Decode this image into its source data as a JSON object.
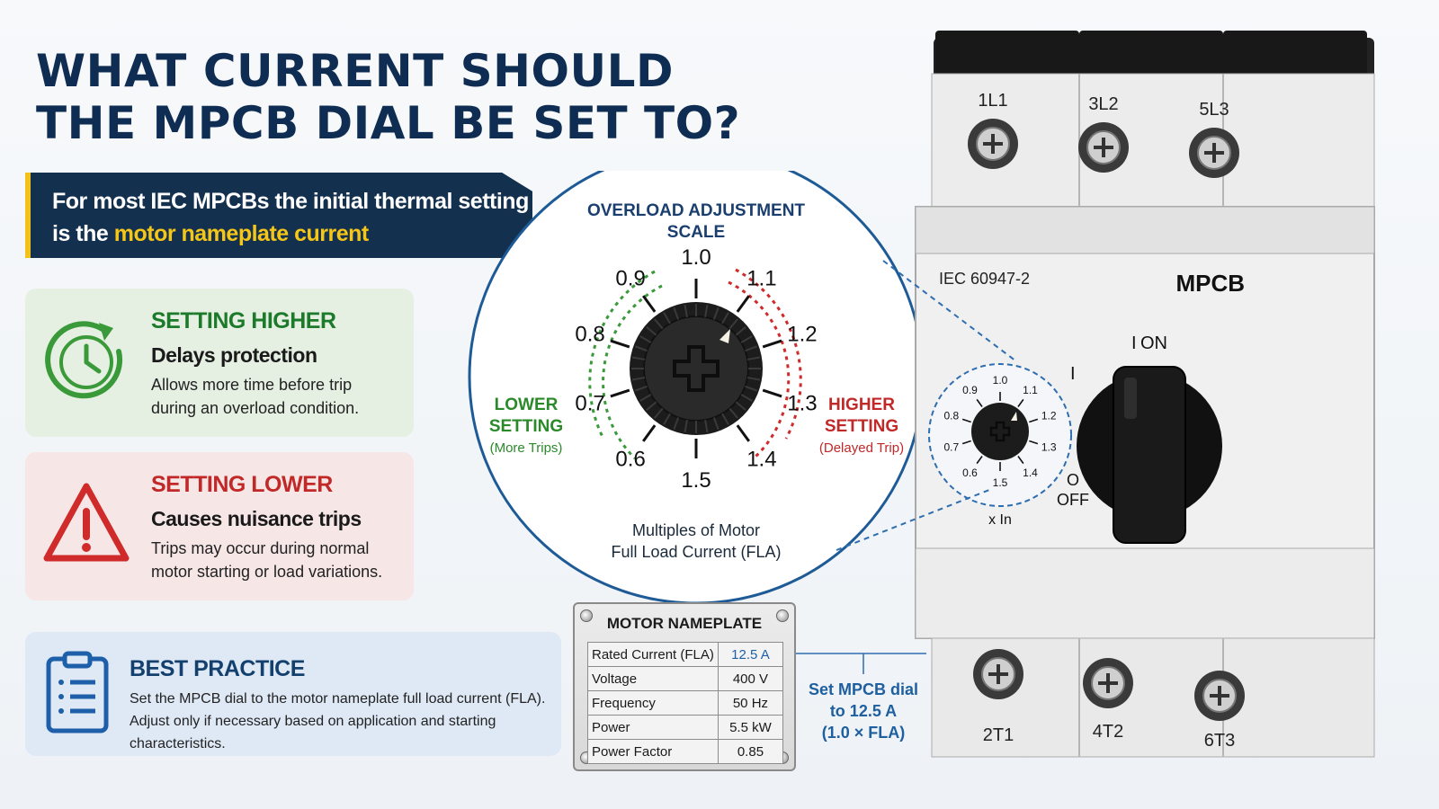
{
  "title": {
    "line1": "WHAT CURRENT SHOULD",
    "line2": "THE MPCB DIAL BE SET TO?"
  },
  "banner": {
    "line1": "For most IEC MPCBs the initial thermal setting",
    "line2_prefix": "is the ",
    "line2_highlight": "motor nameplate current"
  },
  "cards": {
    "higher": {
      "heading": "SETTING HIGHER",
      "subheading": "Delays protection",
      "line1": "Allows more time before trip",
      "line2": "during an overload condition.",
      "icon": "clock-icon"
    },
    "lower": {
      "heading": "SETTING LOWER",
      "subheading": "Causes nuisance trips",
      "line1": "Trips may occur during normal",
      "line2": "motor starting or load variations.",
      "icon": "warning-icon"
    },
    "best": {
      "heading": "BEST PRACTICE",
      "line1": "Set the MPCB dial to the motor nameplate full load current (FLA).",
      "line2": "Adjust only if necessary based on application and starting characteristics.",
      "icon": "clipboard-icon"
    }
  },
  "dial": {
    "title1": "OVERLOAD ADJUSTMENT",
    "title2": "SCALE",
    "ticks": [
      "1.0",
      "1.1",
      "1.2",
      "1.3",
      "1.4",
      "1.5",
      "0.6",
      "0.7",
      "0.8",
      "0.9"
    ],
    "lower_label1": "LOWER",
    "lower_label2": "SETTING",
    "lower_note": "(More Trips)",
    "higher_label1": "HIGHER",
    "higher_label2": "SETTING",
    "higher_note": "(Delayed Trip)",
    "caption1": "Multiples of Motor",
    "caption2": "Full Load Current (FLA)"
  },
  "breaker": {
    "top_terminals": [
      "1L1",
      "3L2",
      "5L3"
    ],
    "bottom_terminals": [
      "2T1",
      "4T2",
      "6T3"
    ],
    "standard": "IEC 60947-2",
    "name": "MPCB",
    "on_label": "ON",
    "on_symbol": "I",
    "off_label": "OFF",
    "off_symbol": "O",
    "unit_label": "x In",
    "small_ticks": [
      "1.0",
      "1.1",
      "1.2",
      "1.3",
      "1.4",
      "1.5",
      "0.6",
      "0.7",
      "0.8",
      "0.9"
    ]
  },
  "nameplate": {
    "title": "MOTOR NAMEPLATE",
    "rows": [
      {
        "label": "Rated Current (FLA)",
        "value": "12.5 A"
      },
      {
        "label": "Voltage",
        "value": "400 V"
      },
      {
        "label": "Frequency",
        "value": "50 Hz"
      },
      {
        "label": "Power",
        "value": "5.5 kW"
      },
      {
        "label": "Power Factor",
        "value": "0.85"
      }
    ]
  },
  "set_note": {
    "line1": "Set MPCB dial",
    "line2": "to 12.5 A",
    "line3": "(1.0 × FLA)"
  },
  "colors": {
    "navy": "#0f2d52",
    "green": "#1d7a2a",
    "red": "#c12828",
    "blue": "#1e5fa0",
    "yellow": "#f5c518"
  }
}
